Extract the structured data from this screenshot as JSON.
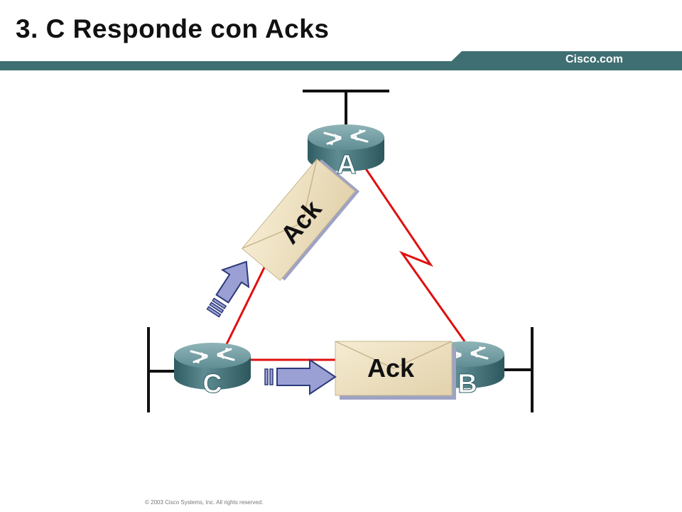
{
  "slide": {
    "title": "3. C Responde con Acks",
    "brand": "Cisco.com",
    "footer": "© 2003 Cisco Systems, Inc. All rights reserved."
  },
  "diagram": {
    "routers": [
      {
        "id": "A",
        "label": "A"
      },
      {
        "id": "B",
        "label": "B"
      },
      {
        "id": "C",
        "label": "C"
      }
    ],
    "messages": [
      {
        "id": "ack-to-a",
        "label": "Ack"
      },
      {
        "id": "ack-to-b",
        "label": "Ack"
      }
    ],
    "colors": {
      "link": "#e01010",
      "router_top": "#6f9aa0",
      "router_side": "#3d6e76",
      "envelope": "#efe2c2",
      "arrow": "#9aa0d4",
      "header": "#3f6f72"
    }
  }
}
